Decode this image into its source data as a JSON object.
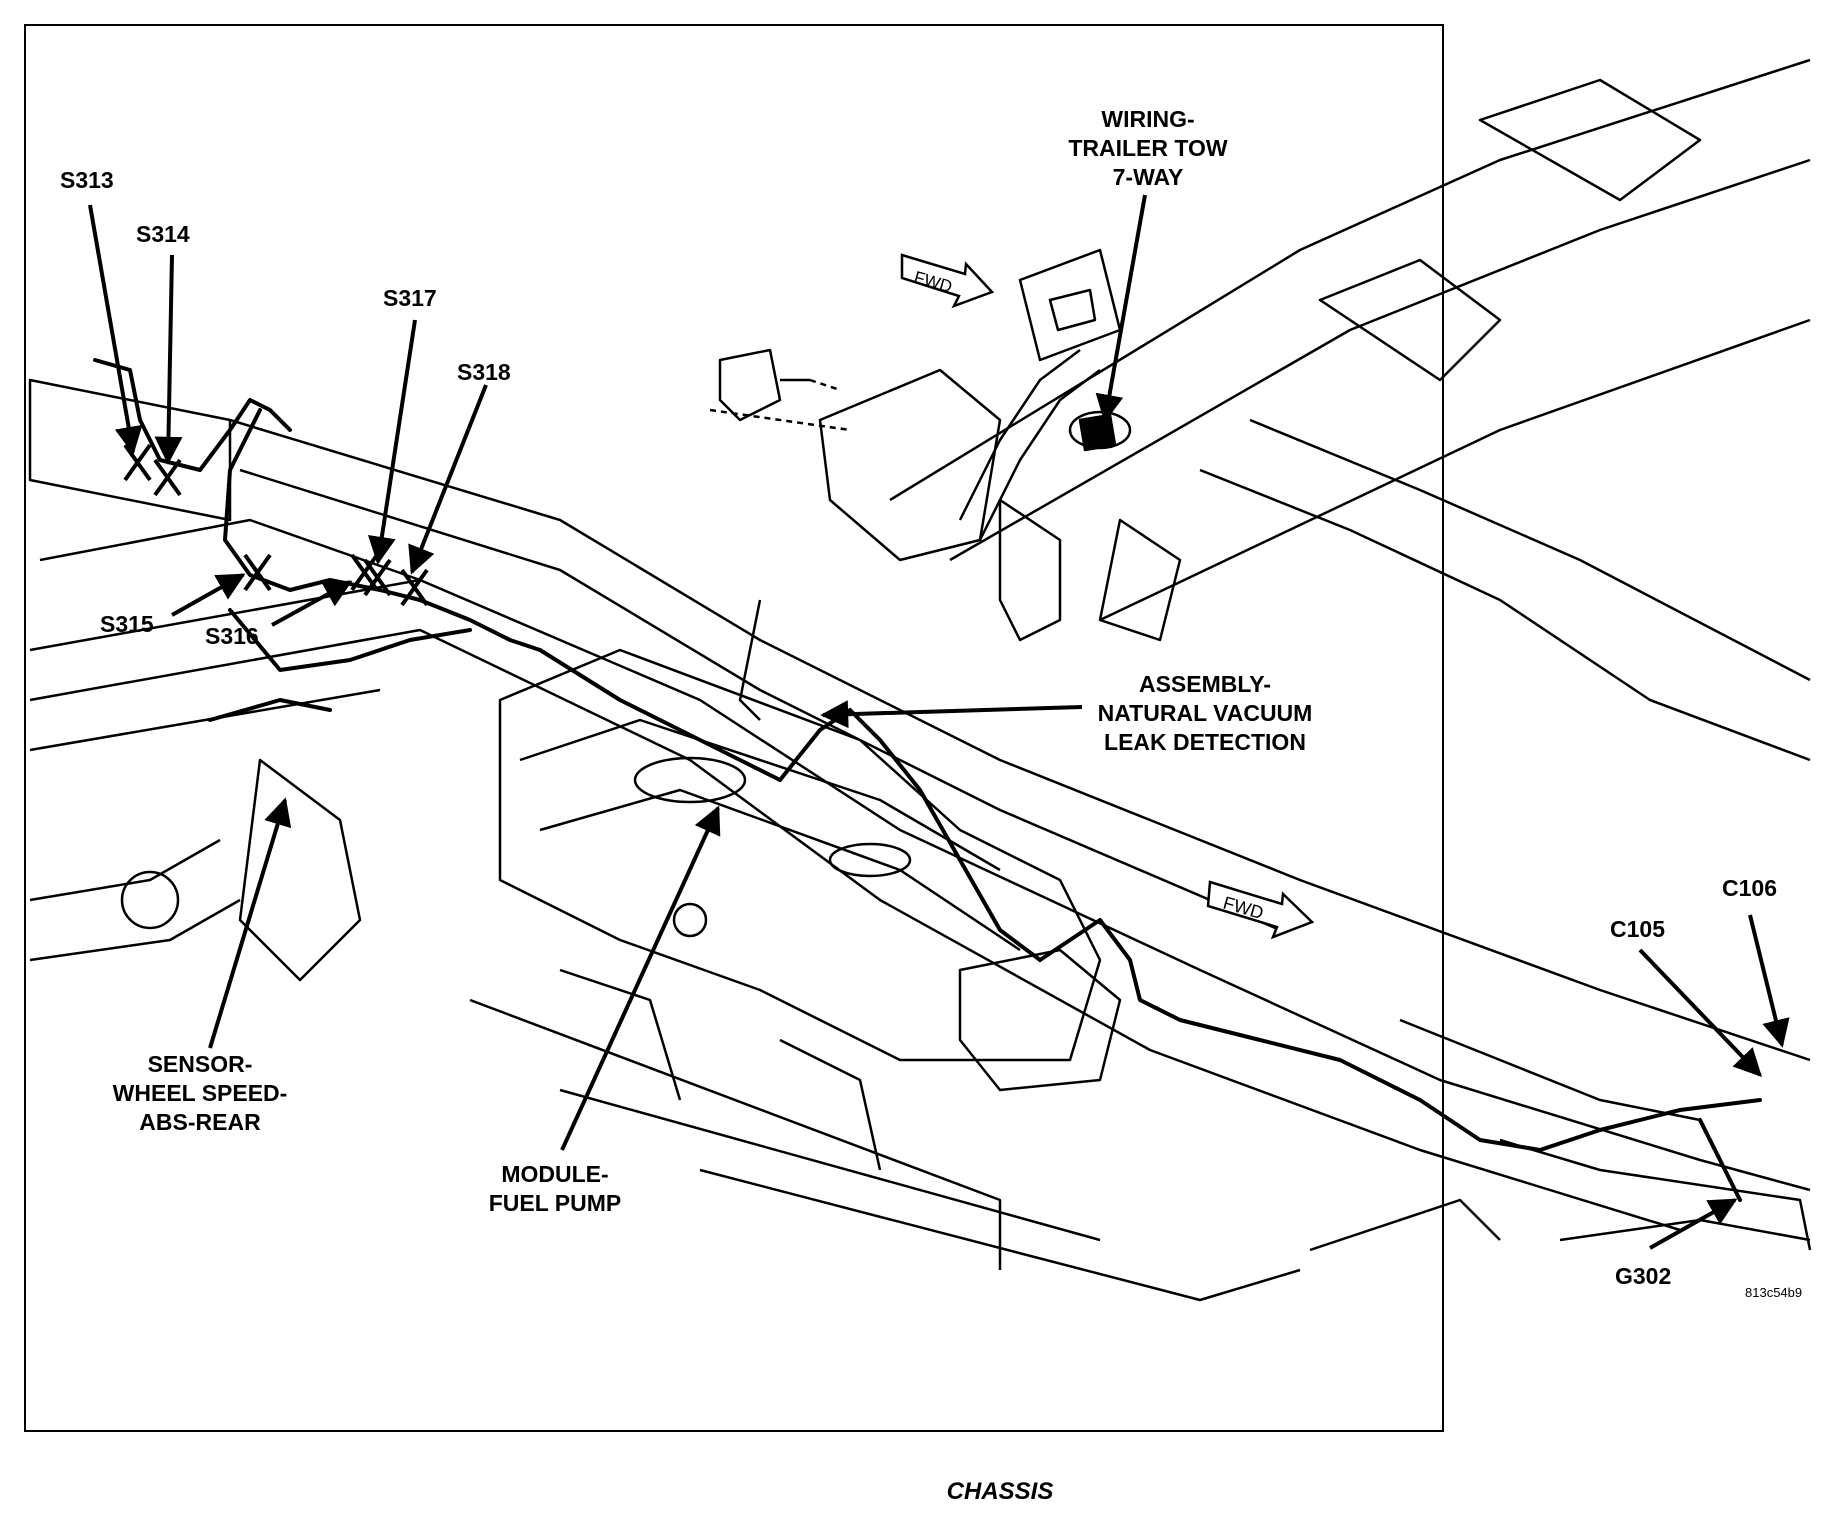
{
  "labels": {
    "s313": "S313",
    "s314": "S314",
    "s315": "S315",
    "s316": "S316",
    "s317": "S317",
    "s318": "S318",
    "trailer_tow": [
      "WIRING-",
      "TRAILER TOW",
      "7-WAY"
    ],
    "vacuum_leak": [
      "ASSEMBLY-",
      "NATURAL VACUUM",
      "LEAK DETECTION"
    ],
    "wheel_speed": [
      "SENSOR-",
      "WHEEL SPEED-",
      "ABS-REAR"
    ],
    "fuel_pump": [
      "MODULE-",
      "FUEL PUMP"
    ],
    "c106": "C106",
    "c105": "C105",
    "g302": "G302",
    "fwd_upper": "FWD",
    "fwd_lower": "FWD"
  },
  "figure_id": "813c54b9",
  "caption": "CHASSIS"
}
